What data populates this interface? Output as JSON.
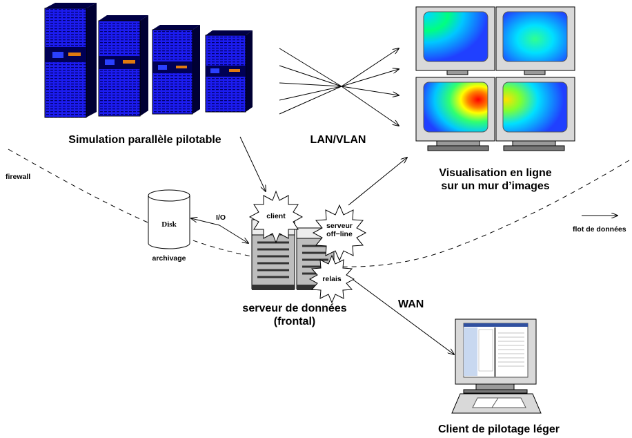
{
  "labels": {
    "simulation": "Simulation parallèle pilotable",
    "network": "LAN/VLAN",
    "visu_line1": "Visualisation en ligne",
    "visu_line2": "sur un mur d’images",
    "firewall": "firewall",
    "disk": "Disk",
    "archivage": "archivage",
    "io": "I/O",
    "client_burst": "client",
    "offline_line1": "serveur",
    "offline_line2": "off−line",
    "relais": "relais",
    "server_line1": "serveur de données",
    "server_line2": "(frontal)",
    "wan": "WAN",
    "flow_legend": "flot de données",
    "light_client": "Client de pilotage léger"
  },
  "colors": {
    "cabinet_blue": "#1a1aee",
    "cabinet_dark": "#000066",
    "accent_orange": "#e07a10",
    "server_gray": "#bdbdbd",
    "screen_frame": "#d9d9d9"
  }
}
